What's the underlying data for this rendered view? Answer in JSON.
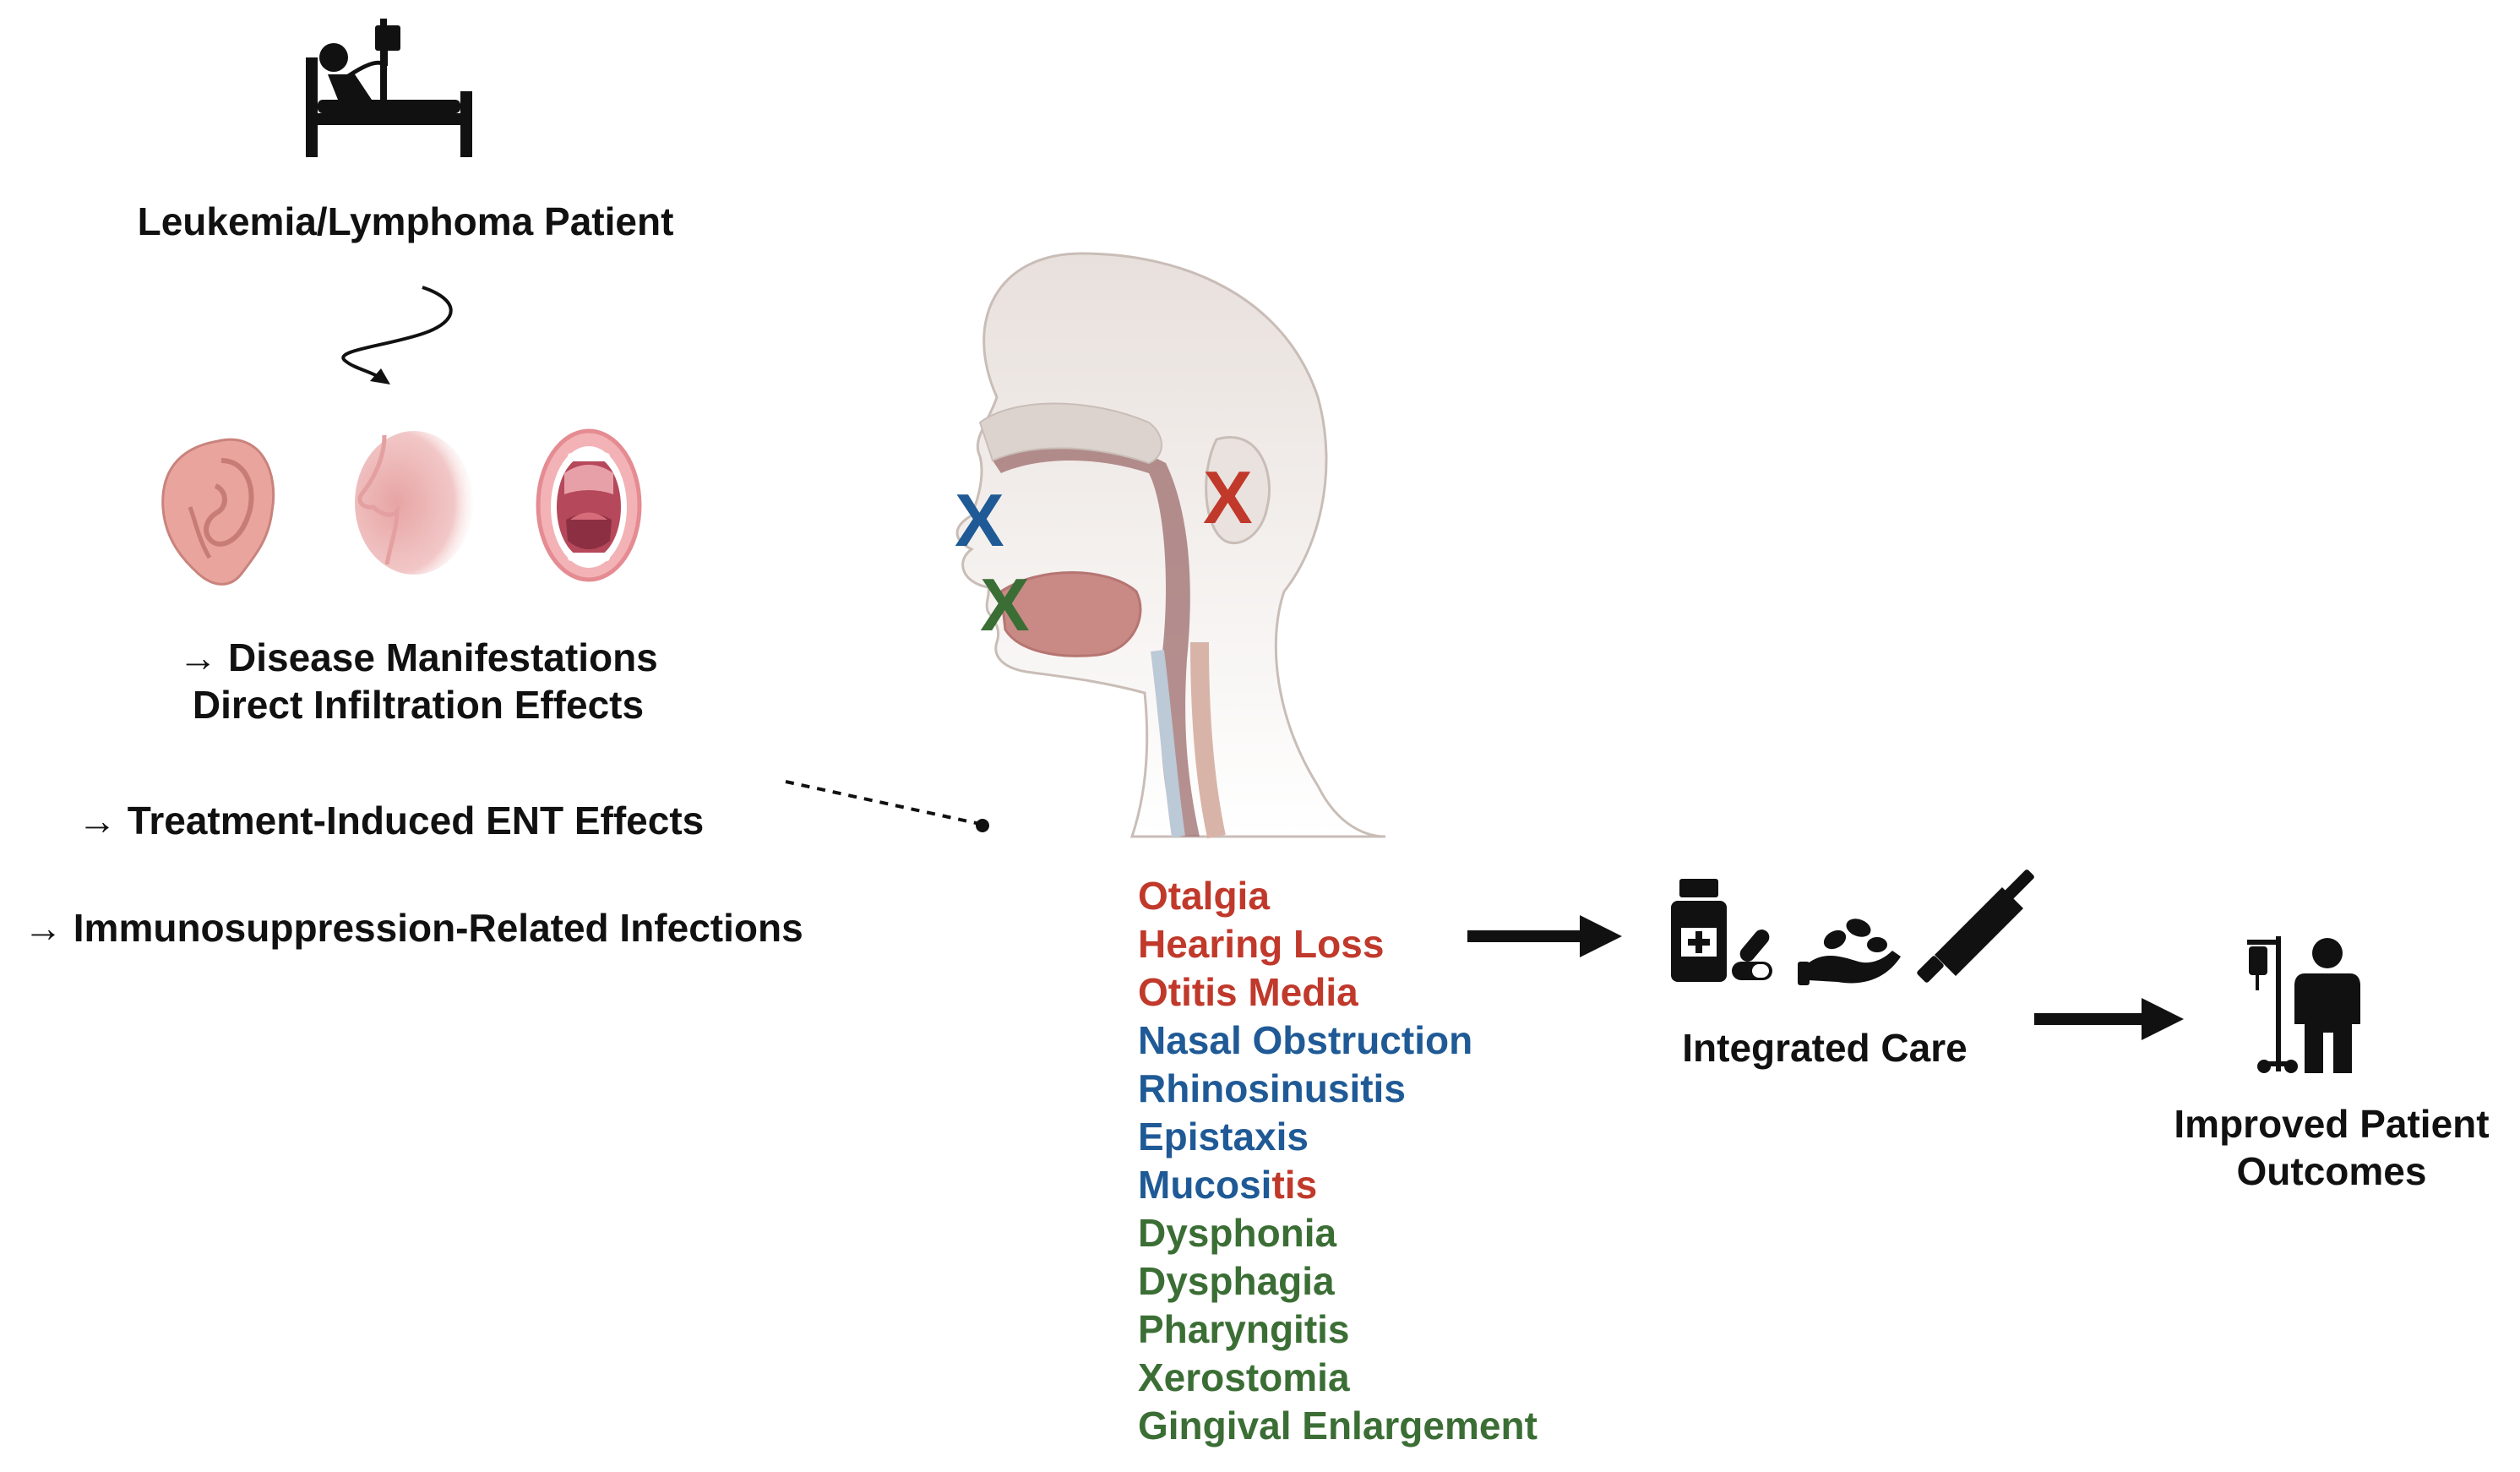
{
  "colors": {
    "ear": "#c0392b",
    "nose": "#1f5a96",
    "throat": "#3b6e35",
    "text": "#111111",
    "skin": "#e8e0dc",
    "airway": "#9c6b6b"
  },
  "patient": {
    "icon": "hospital-bed-icon",
    "label": "Leukemia/Lymphoma Patient"
  },
  "organ_icons": [
    "ear-icon",
    "nose-icon",
    "open-mouth-icon"
  ],
  "effects": {
    "disease_line1": "→ Disease Manifestations",
    "disease_line2": "Direct Infiltration Effects",
    "treatment": "→ Treatment-Induced ENT Effects",
    "immuno": "→ Immunosuppression-Related Infections"
  },
  "head_marks": {
    "ear": "X",
    "nose": "X",
    "throat": "X"
  },
  "symptoms": [
    {
      "text": "Otalgia",
      "color": "#c0392b"
    },
    {
      "text": "Hearing Loss",
      "color": "#c0392b"
    },
    {
      "text": "Otitis Media",
      "color": "#c0392b"
    },
    {
      "text": "Nasal Obstruction",
      "color": "#1f5a96"
    },
    {
      "text": "Rhinosinusitis",
      "color": "#1f5a96"
    },
    {
      "text": "Epistaxis",
      "color": "#1f5a96"
    },
    {
      "text": "Gingival Enlargement",
      "color": "#3b6e35"
    }
  ],
  "symptoms_green": [
    {
      "text": "Dysphonia"
    },
    {
      "text": "Dysphagia"
    },
    {
      "text": "Pharyngitis"
    },
    {
      "text": "Xerostomia"
    }
  ],
  "mucositis": {
    "part1": "Mucosi",
    "part2": "tis"
  },
  "care": {
    "label": "Integrated Care",
    "icons": [
      "medicine-bottle-icon",
      "pills-icon",
      "hand-with-pills-icon",
      "ointment-tube-icon"
    ]
  },
  "outcome": {
    "line1": "Improved Patient",
    "line2": "Outcomes",
    "icon": "patient-with-iv-icon"
  }
}
